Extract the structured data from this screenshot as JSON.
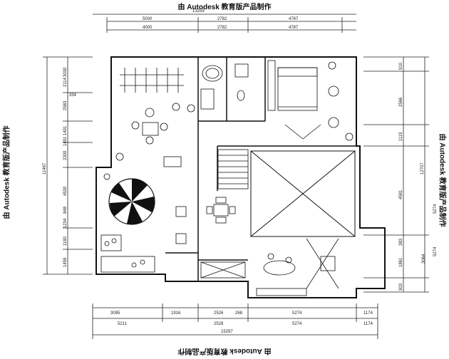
{
  "watermarks": {
    "top": "由 Autodesk 教育版产品制作",
    "bottom": "由 Autodesk 教育版产品制作",
    "left": "由 Autodesk 教育版产品制作",
    "right": "由 Autodesk 教育版产品制作"
  },
  "dimensions": {
    "top_total": "13259",
    "top_row1": [
      "5000",
      "2782",
      "4787"
    ],
    "top_row2": [
      "4000",
      "2782",
      "4787"
    ],
    "left_total": "11467",
    "left_segments": [
      "3030",
      "2114",
      "2583",
      "1491",
      "1491",
      "2309",
      "4530",
      "848",
      "1234",
      "1180",
      "1459"
    ],
    "left_small": "334",
    "right_total": "12707",
    "right_segments": [
      "910",
      "2566",
      "1119",
      "4581",
      "1861",
      "3064",
      "383",
      "903",
      "5274",
      "5274"
    ],
    "bottom_row1": [
      "3095",
      "1916",
      "2526",
      "268",
      "5274",
      "1174"
    ],
    "bottom_row2": [
      "5211",
      "2528",
      "5274",
      "1174"
    ],
    "bottom_total": "15297"
  }
}
